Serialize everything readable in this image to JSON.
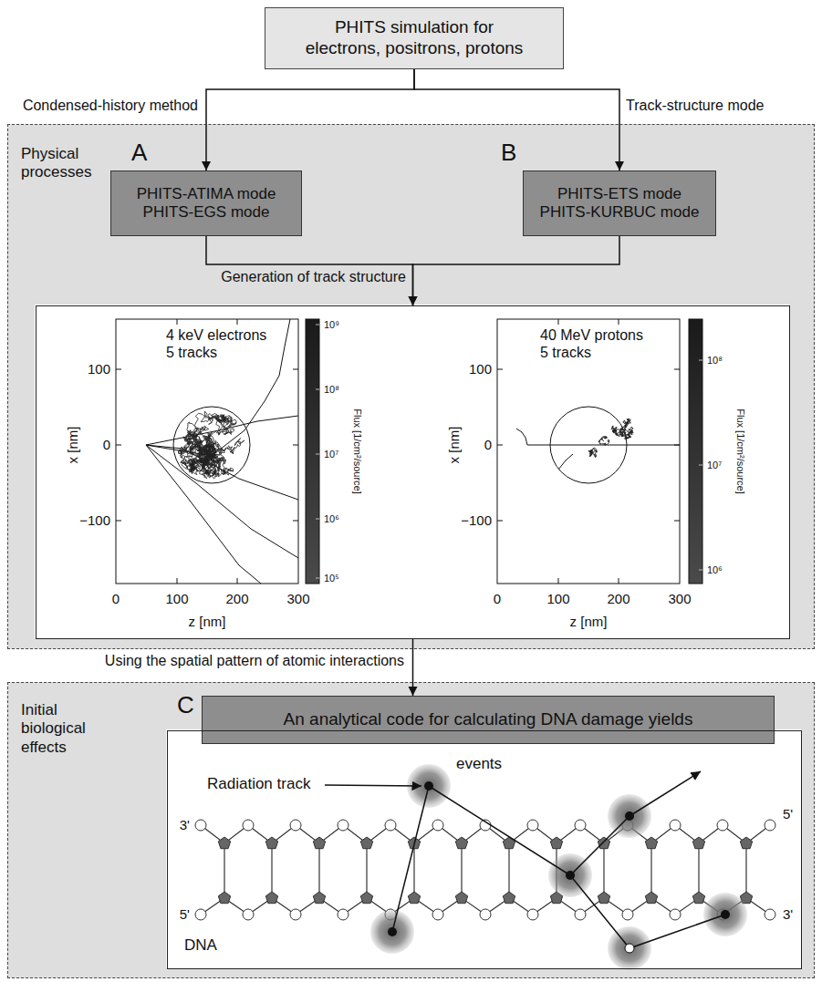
{
  "diagram": {
    "nodes": [
      {
        "text": [
          "PHITS simulation for electrons, positrons, protons"
        ]
      },
      {
        "text": [
          "Physical processes"
        ]
      },
      {
        "text": [
          "A",
          "PHITS-ATIMA mode PHITS-EGS mode"
        ],
        "in": 1
      },
      {
        "text": [
          "B",
          "PHITS-ETS mode PHITS-KURBUC mode"
        ],
        "in": 1
      },
      {
        "text": [
          "4 keV electrons 5 tracks",
          "40 MeV protons 5 tracks"
        ],
        "in": 1
      },
      {
        "text": [
          "Initial biological effects"
        ]
      },
      {
        "text": [
          "C",
          "An analytical code for calculating DNA damage yields"
        ],
        "in": 5
      },
      {
        "text": [
          "Radiation track",
          "events",
          "DNA"
        ],
        "in": 5
      }
    ],
    "edges": [
      {
        "from": 0,
        "to": 2,
        "arrow": "to",
        "label": "Condensed-history method"
      },
      {
        "from": 0,
        "to": 3,
        "arrow": "to",
        "label": "Track-structure mode"
      },
      {
        "from": 2,
        "to": 4,
        "arrow": "to",
        "label": "Generation of track structure"
      },
      {
        "from": 3,
        "to": 4,
        "arrow": "to"
      },
      {
        "from": 4,
        "to": 6,
        "arrow": "to",
        "label": "Using the spatial pattern of atomic interactions"
      }
    ],
    "labels": [
      "100",
      "0",
      "−100",
      "0",
      "100",
      "200",
      "300",
      "x [nm]",
      "z [nm]",
      "10⁹",
      "10⁸",
      "10⁷",
      "10⁶",
      "10⁵",
      "Flux [1/cm²/source]",
      "100",
      "0",
      "−100",
      "0",
      "100",
      "200",
      "300",
      "x [nm]",
      "z [nm]",
      "10⁸",
      "10⁷",
      "10⁶",
      "Flux [1/cm²/source]",
      "3'",
      "5'",
      "5'",
      "3'"
    ]
  }
}
